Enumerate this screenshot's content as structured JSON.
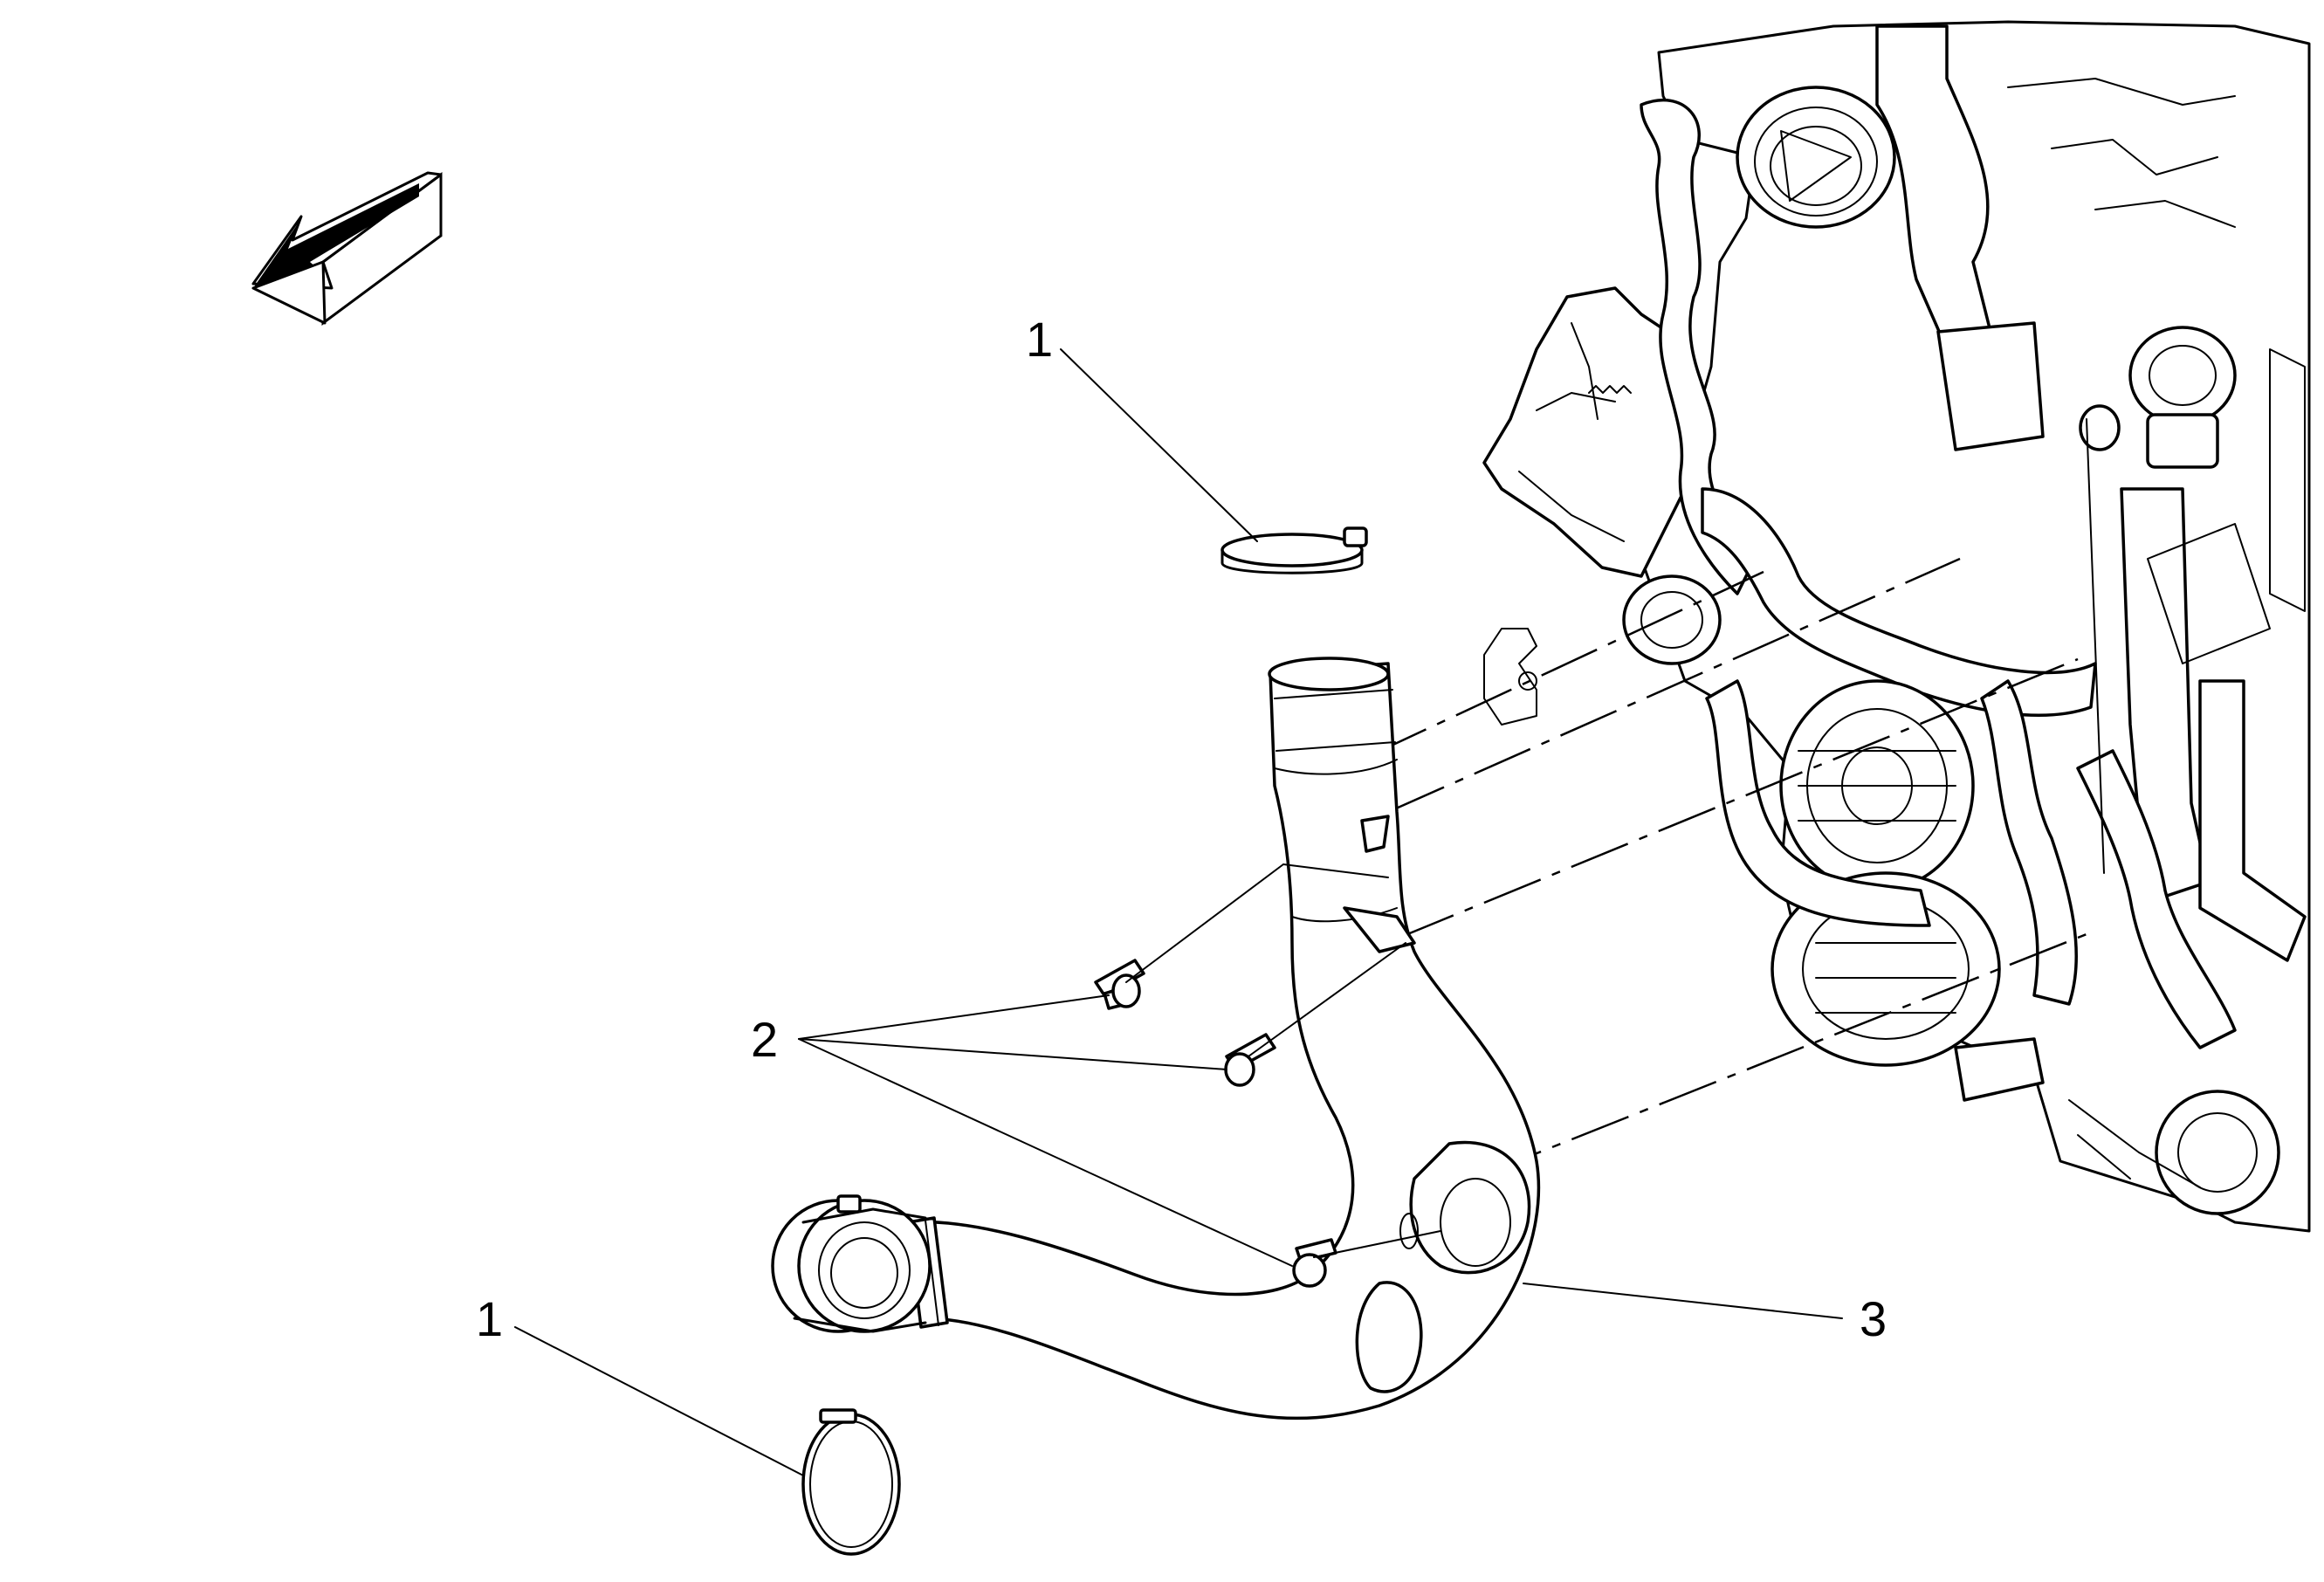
{
  "callouts": {
    "clamp_upper": "1",
    "bolts": "2",
    "clamp_lower": "1",
    "hose": "3"
  },
  "colors": {
    "line": "#000000",
    "background": "#ffffff"
  },
  "icons": {
    "direction": "front-direction-arrow-icon"
  }
}
